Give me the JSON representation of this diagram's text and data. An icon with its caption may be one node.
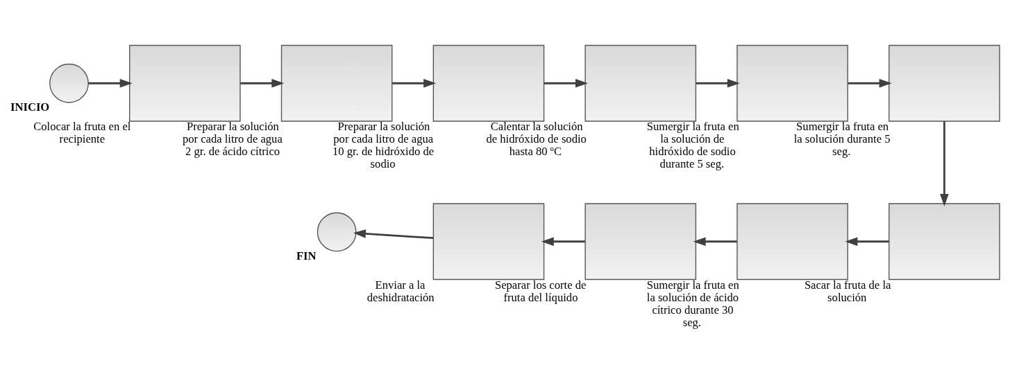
{
  "diagram": {
    "nodes": [
      {
        "text": [
          "INICIO"
        ]
      },
      {
        "text": [
          "Colocar la fruta en el recipiente"
        ]
      },
      {
        "text": [
          "Preparar la solución por cada litro de agua 2 gr. de ácido cítrico"
        ]
      },
      {
        "text": [
          "Preparar la solución por cada litro de agua 10 gr. de hidróxido de sodio"
        ]
      },
      {
        "text": [
          "Calentar la solución de hidróxido de sodio hasta 80 ºC"
        ]
      },
      {
        "text": [
          "Sumergir la fruta en la solución de hidróxido de sodio durante 5 seg."
        ]
      },
      {
        "text": [
          "Sumergir la fruta en la solución durante 5 seg."
        ]
      },
      {
        "text": [
          "Sacar la fruta de la solución"
        ]
      },
      {
        "text": [
          "Sumergir la fruta en la solución de ácido cítrico durante 30 seg."
        ]
      },
      {
        "text": [
          "Separar los corte de fruta del líquido"
        ]
      },
      {
        "text": [
          "Enviar a la deshidratación"
        ]
      },
      {
        "text": [
          "FIN"
        ]
      }
    ],
    "edges": [
      {
        "from": 0,
        "to": 1,
        "arrow": "to"
      },
      {
        "from": 1,
        "to": 2,
        "arrow": "to"
      },
      {
        "from": 2,
        "to": 3,
        "arrow": "to"
      },
      {
        "from": 3,
        "to": 4,
        "arrow": "to"
      },
      {
        "from": 4,
        "to": 5,
        "arrow": "to"
      },
      {
        "from": 5,
        "to": 6,
        "arrow": "to"
      },
      {
        "from": 6,
        "to": 7,
        "arrow": "to"
      },
      {
        "from": 7,
        "to": 8,
        "arrow": "to"
      },
      {
        "from": 8,
        "to": 9,
        "arrow": "to"
      },
      {
        "from": 9,
        "to": 10,
        "arrow": "to"
      },
      {
        "from": 10,
        "to": 11,
        "arrow": "to"
      }
    ]
  }
}
